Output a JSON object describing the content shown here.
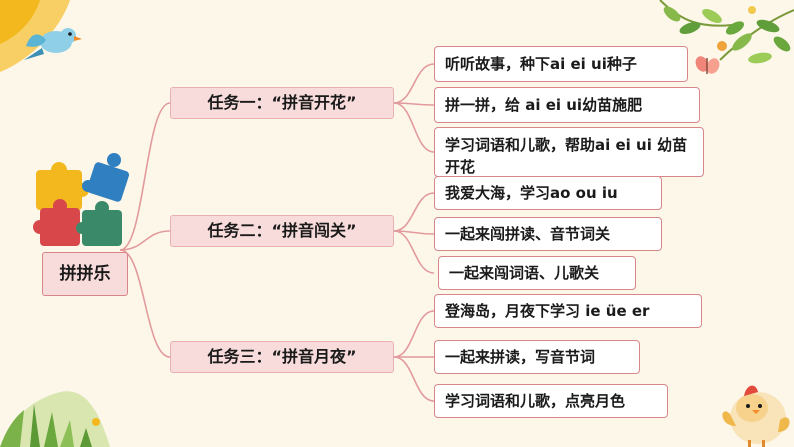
{
  "root": {
    "label": "拼拼乐"
  },
  "tasks": [
    {
      "label": "任务一：“拼音开花”",
      "items": [
        "听听故事，种下ai ei ui种子",
        "拼一拼，给 ai ei ui幼苗施肥",
        "学习词语和儿歌，帮助ai ei ui 幼苗开花"
      ]
    },
    {
      "label": "任务二：“拼音闯关”",
      "items": [
        "我爱大海，学习ao ou iu",
        "一起来闯拼读、音节词关",
        "一起来闯词语、儿歌关"
      ]
    },
    {
      "label": "任务三：“拼音月夜”",
      "items": [
        "登海岛，月夜下学习  ie üe  er",
        "一起来拼读，写音节词",
        "学习词语和儿歌，点亮月色"
      ]
    }
  ],
  "colors": {
    "background": "#fdf7ea",
    "line": "#e29a9c",
    "box_border": "#d9868a",
    "task_fill": "#f8dcdc",
    "puzzle_yellow": "#f2b81d",
    "puzzle_blue": "#2f7fc1",
    "puzzle_red": "#d8474a",
    "puzzle_green": "#3a8a6a"
  },
  "decorations": [
    "bird-icon",
    "leaf-branch-icon",
    "butterfly-icon",
    "puzzle-icon",
    "grass-icon",
    "chick-icon"
  ]
}
